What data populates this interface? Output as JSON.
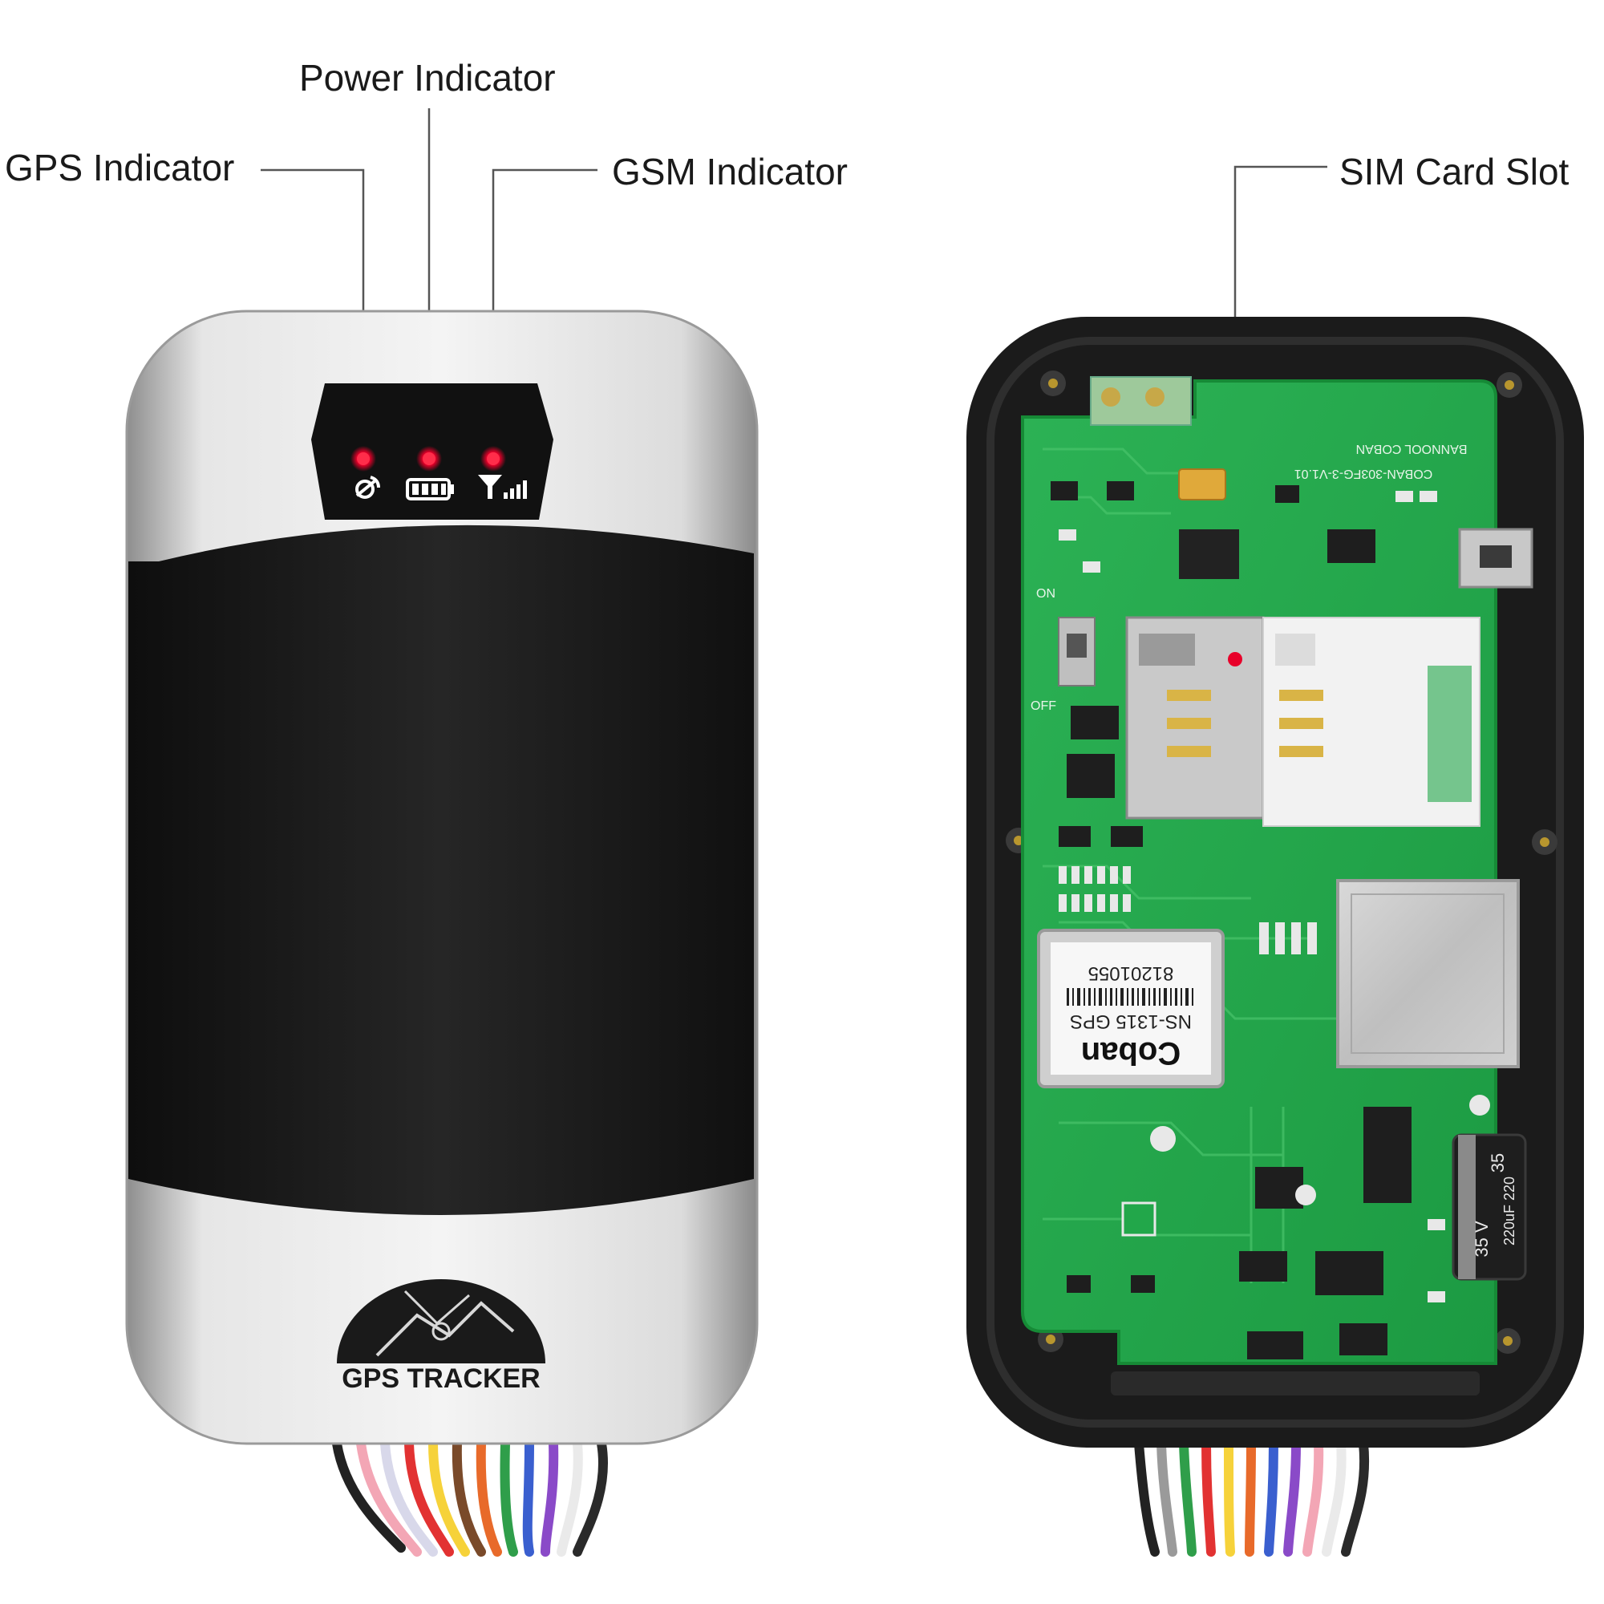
{
  "callouts": {
    "power": "Power Indicator",
    "gps": "GPS Indicator",
    "gsm": "GSM Indicator",
    "sim": "SIM Card Slot"
  },
  "device_front": {
    "logo_text": "GPS TRACKER"
  },
  "device_back": {
    "gps_module_lines": [
      "81201055",
      "NS-1315 GPS",
      "Coban"
    ],
    "board_marks": [
      "COBAN-303FG-3-V1.01",
      "BANNOOL COBAN"
    ],
    "capacitor_lines": [
      "35",
      "35 V",
      "220uF 220"
    ],
    "switch_on": "ON",
    "switch_off": "OFF"
  },
  "colors": {
    "led_red": "#e8002a",
    "pcb_green": "#22a74a",
    "housing_black": "#1b1b1b",
    "shell_silver": "#d4d4d4"
  }
}
